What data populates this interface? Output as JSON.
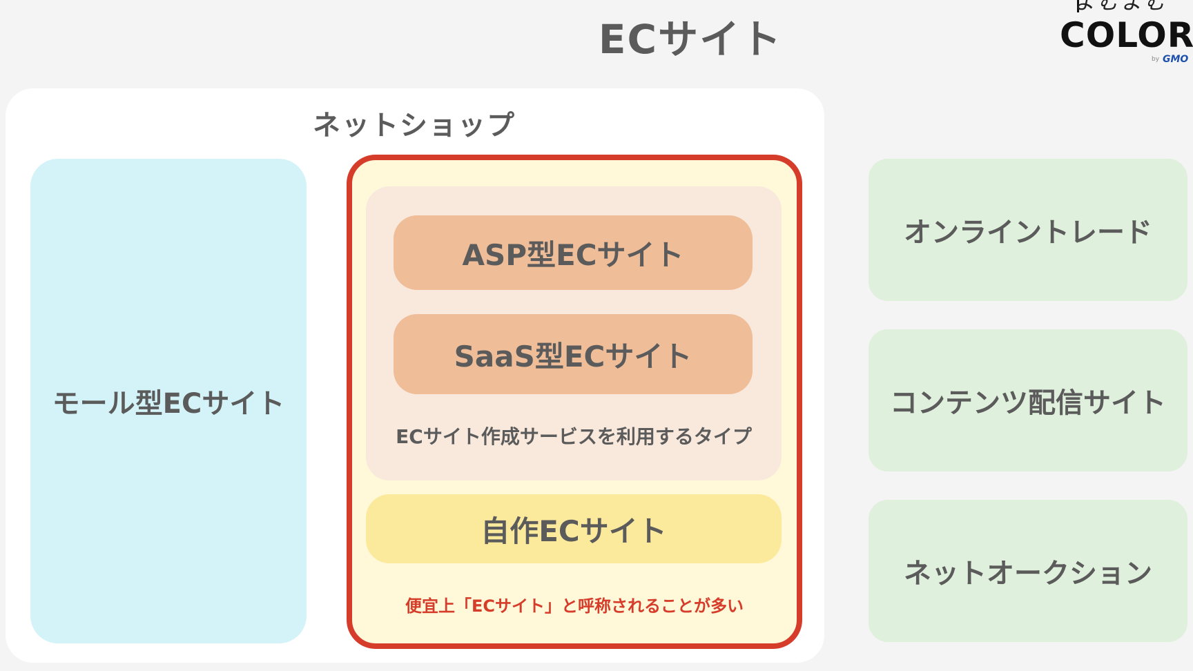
{
  "title": "ECサイト",
  "logo": {
    "script": "よむよむ",
    "wordmark": "COLOR",
    "by": "by",
    "company": "GMO"
  },
  "netshop": {
    "label": "ネットショップ",
    "mall": "モール型ECサイト",
    "own_site": {
      "asp": "ASP型ECサイト",
      "saas": "SaaS型ECサイト",
      "service_caption": "ECサイト作成サービスを利用するタイプ",
      "self_made": "自作ECサイト",
      "note": "便宜上「ECサイト」と呼称されることが多い"
    }
  },
  "others": {
    "online_trade": "オンライントレード",
    "content_site": "コンテンツ配信サイト",
    "net_auction": "ネットオークション"
  },
  "colors": {
    "background": "#f4f4f4",
    "text": "#5b5b5b",
    "mall_fill": "#d4f3f8",
    "highlight_border": "#d63c2a",
    "highlight_fill": "#fff8d9",
    "service_fill": "#f9e9dc",
    "pill_fill": "#efbd98",
    "self_made_fill": "#fcea9c",
    "other_fill": "#dff0dc"
  }
}
